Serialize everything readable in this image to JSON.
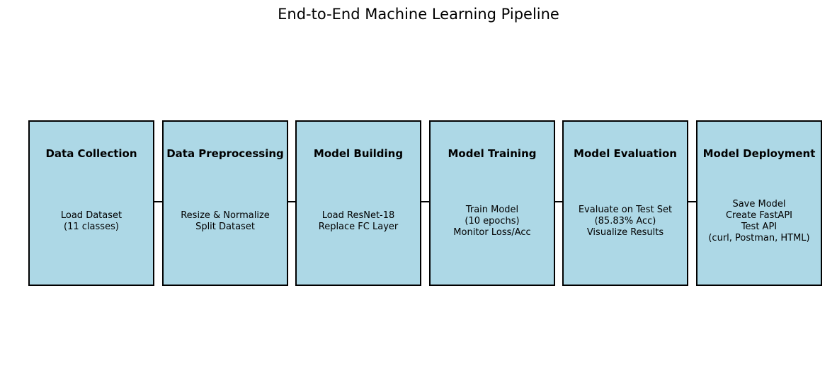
{
  "title": "End-to-End Machine Learning Pipeline",
  "stages": [
    {
      "title": "Data Collection",
      "lines": [
        "Load Dataset",
        "(11 classes)"
      ]
    },
    {
      "title": "Data Preprocessing",
      "lines": [
        "Resize & Normalize",
        "Split Dataset"
      ]
    },
    {
      "title": "Model Building",
      "lines": [
        "Load ResNet-18",
        "Replace FC Layer"
      ]
    },
    {
      "title": "Model Training",
      "lines": [
        "Train Model",
        "(10 epochs)",
        "Monitor Loss/Acc"
      ]
    },
    {
      "title": "Model Evaluation",
      "lines": [
        "Evaluate on Test Set",
        "(85.83% Acc)",
        "Visualize Results"
      ]
    },
    {
      "title": "Model Deployment",
      "lines": [
        "Save Model",
        "Create FastAPI",
        "Test API",
        "(curl, Postman, HTML)"
      ]
    }
  ],
  "colors": {
    "box_fill": "#add8e6",
    "box_border": "#000000"
  }
}
